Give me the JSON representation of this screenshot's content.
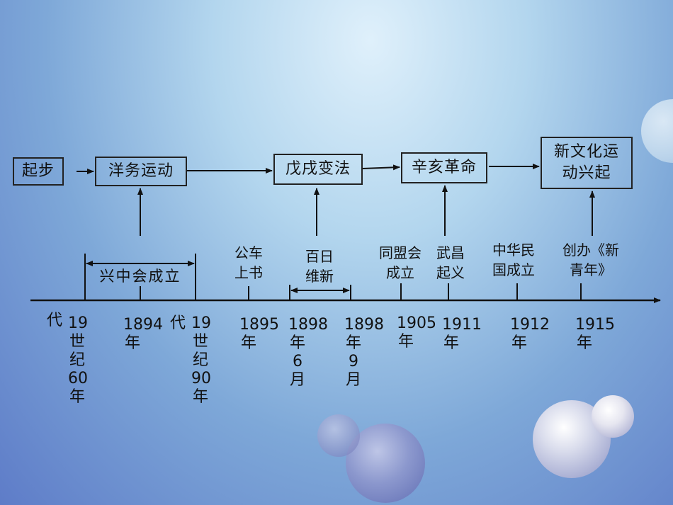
{
  "flow": {
    "start": "起步",
    "yangwu": "洋务运动",
    "wuxu": "戊戌变法",
    "xinhai": "辛亥革命",
    "xinwenhua_line1": "新文化运",
    "xinwenhua_line2": "动兴起"
  },
  "events": {
    "xingzhonghui": "兴中会成立",
    "gongche_line1": "公车",
    "gongche_line2": "上书",
    "bairi_line1": "百日",
    "bairi_line2": "维新",
    "tongmenghui_line1": "同盟会",
    "tongmenghui_line2": "成立",
    "wuchang_line1": "武昌",
    "wuchang_line2": "起义",
    "minguo_line1": "中华民",
    "minguo_line2": "国成立",
    "xinqingnian_line1": "创办《新",
    "xinqingnian_line2": "青年》"
  },
  "dates": {
    "d1_main": "19\n世\n纪\n60\n年",
    "d1_side": "代",
    "d2": "1894\n年",
    "d3_main": "19\n世\n纪\n90\n年",
    "d3_side": "代",
    "d4": "1895\n年",
    "d5": "1898\n年\n6\n月",
    "d6": "1898\n年\n9\n月",
    "d7": "1905\n年",
    "d8": "1911\n年",
    "d9": "1912\n年",
    "d10": "1915\n年"
  }
}
